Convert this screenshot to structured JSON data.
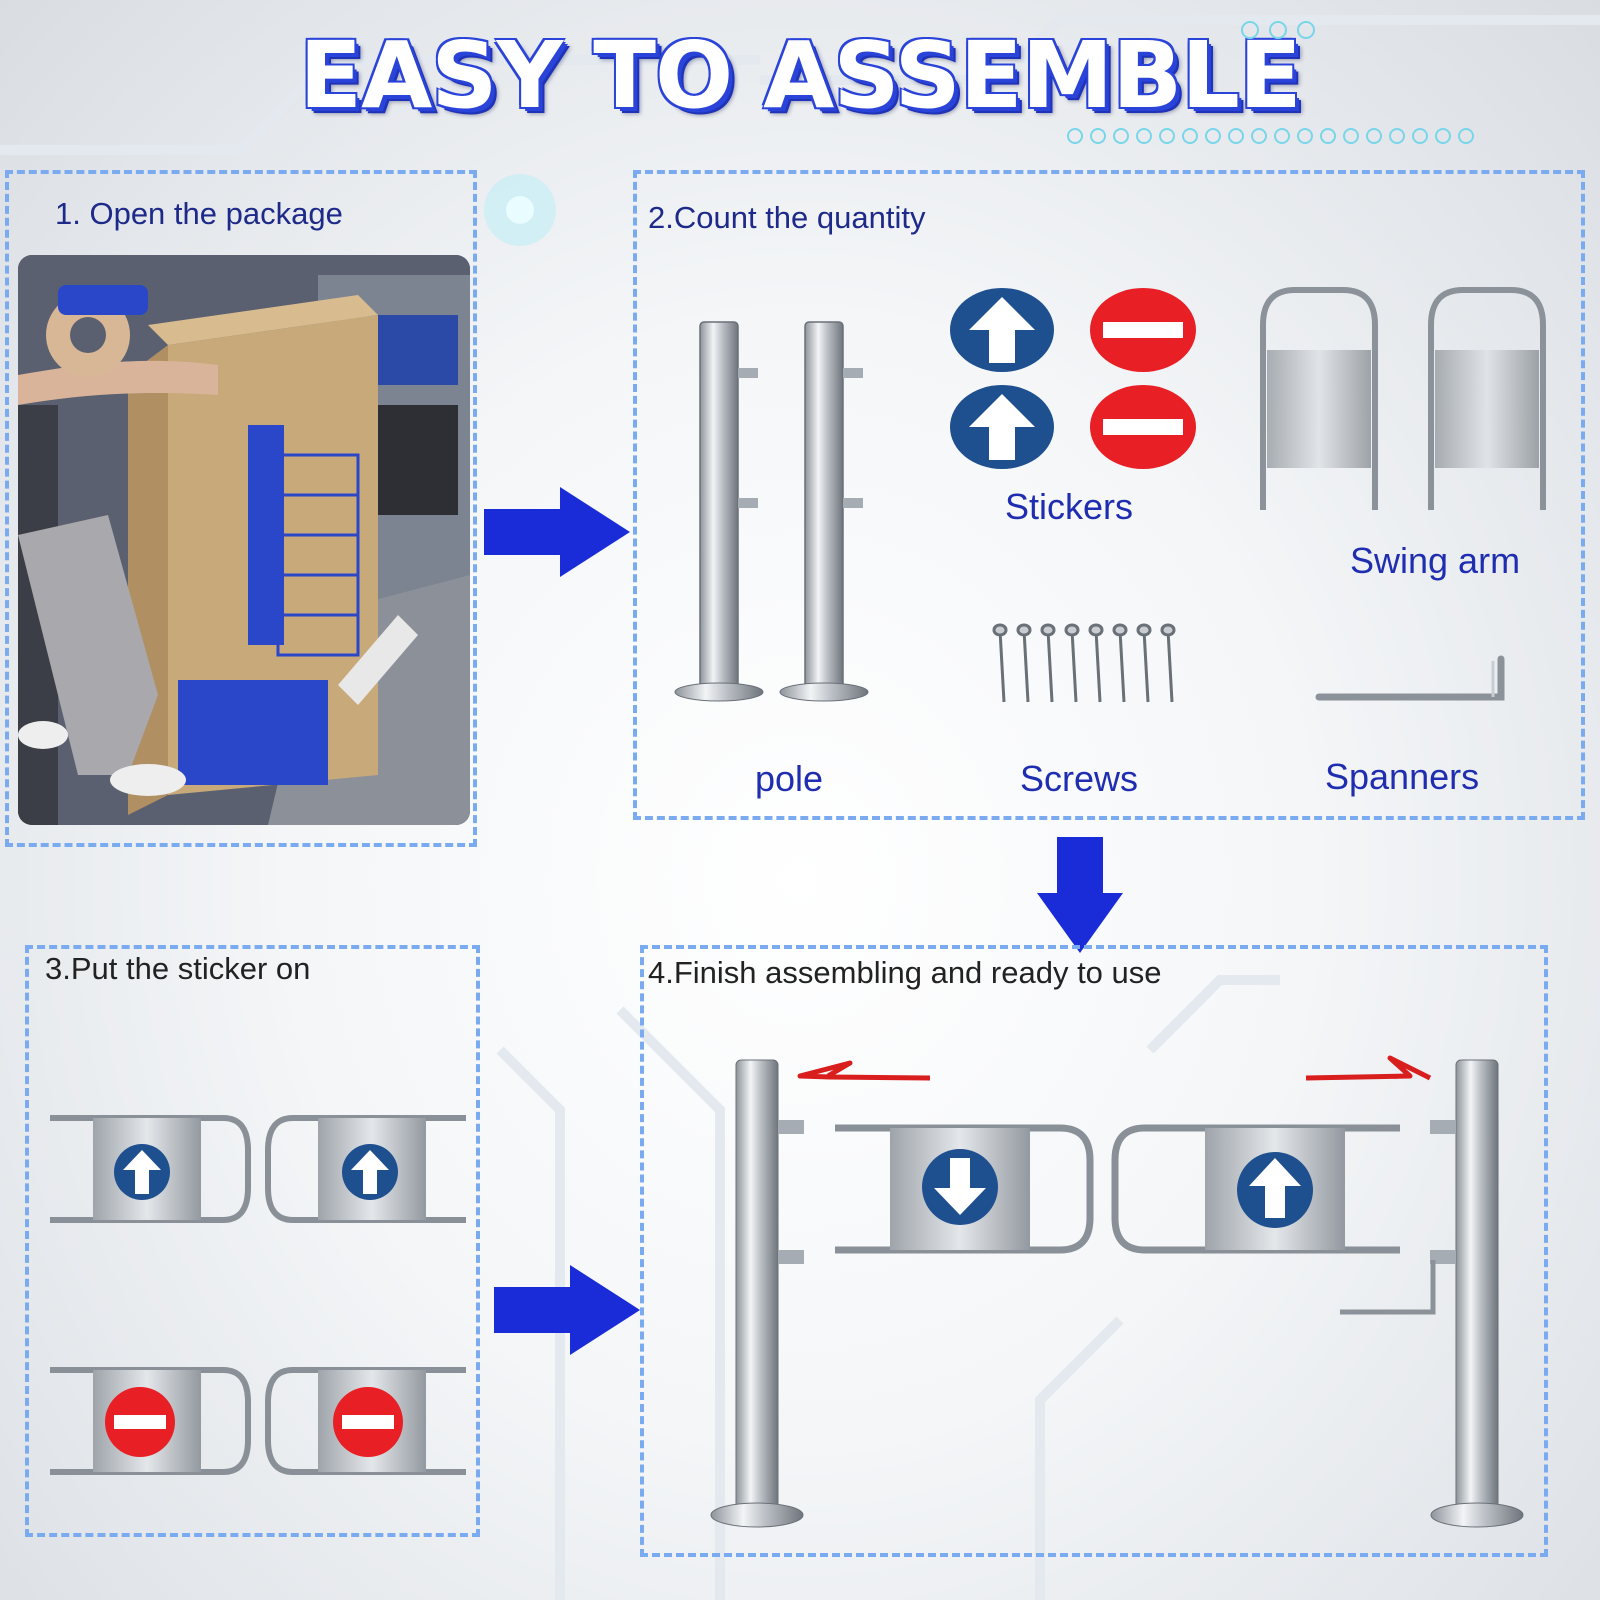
{
  "title": "EASY TO ASSEMBLE",
  "colors": {
    "accent_blue": "#1a2bd8",
    "sticker_blue": "#1e4f8f",
    "sticker_red": "#e81f24",
    "panel_border": "#7aaaf0",
    "swing_arrow_red": "#d91e1e"
  },
  "steps": [
    {
      "title": "1. Open the package"
    },
    {
      "title": "2.Count the quantity",
      "parts": [
        "pole",
        "Stickers",
        "Swing arm",
        "Screws",
        "Spanners"
      ]
    },
    {
      "title": "3.Put the sticker on"
    },
    {
      "title": "4.Finish assembling and ready to use"
    }
  ],
  "icons": [
    "arrow-right-icon",
    "arrow-down-icon",
    "arrow-up-sticker-icon",
    "no-entry-sticker-icon",
    "arrow-down-sticker-icon",
    "swing-direction-arrow-icon"
  ]
}
